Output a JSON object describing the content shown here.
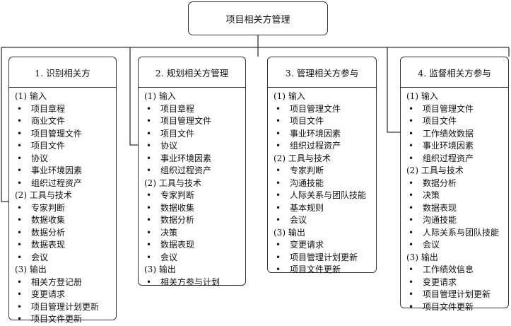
{
  "root": {
    "title": "项目相关方管理"
  },
  "boxes": [
    {
      "title": "1. 识别相关方",
      "sections": [
        {
          "heading": "(1) 输入",
          "items": [
            "项目章程",
            "商业文件",
            "项目管理文件",
            "项目文件",
            "协议",
            "事业环境因素",
            "组织过程资产"
          ]
        },
        {
          "heading": "(2) 工具与技术",
          "items": [
            "专家判断",
            "数据收集",
            "数据分析",
            "数据表现",
            "会议"
          ]
        },
        {
          "heading": "(3) 输出",
          "items": [
            "相关方登记册",
            "变更请求",
            "项目管理计划更新",
            "项目文件更新"
          ]
        }
      ]
    },
    {
      "title": "2. 规划相关方管理",
      "sections": [
        {
          "heading": "(1) 输入",
          "items": [
            "项目章程",
            "项目管理文件",
            "项目文件",
            "协议",
            "事业环境因素",
            "组织过程资产"
          ]
        },
        {
          "heading": "(2) 工具与技术",
          "items": [
            "专家判断",
            "数据收集",
            "数据分析",
            "决策",
            "数据表现",
            "会议"
          ]
        },
        {
          "heading": "(3) 输出",
          "items": [
            "相关方参与计划"
          ]
        }
      ]
    },
    {
      "title": "3. 管理相关方参与",
      "sections": [
        {
          "heading": "(1) 输入",
          "items": [
            "项目管理文件",
            "项目文件",
            "事业环境因素",
            "组织过程资产"
          ]
        },
        {
          "heading": "(2) 工具与技术",
          "items": [
            "专家判断",
            "沟通技能",
            "人际关系与团队技能",
            "基本规则",
            "会议"
          ]
        },
        {
          "heading": "(3) 输出",
          "items": [
            "变更请求",
            "项目管理计划更新",
            "项目文件更新"
          ]
        }
      ]
    },
    {
      "title": "4. 监督相关方参与",
      "sections": [
        {
          "heading": "(1) 输入",
          "items": [
            "项目管理文件",
            "项目文件",
            "工作绩效数据",
            "事业环境因素",
            "组织过程资产"
          ]
        },
        {
          "heading": "(2) 工具与技术",
          "items": [
            "数据分析",
            "决策",
            "数据表现",
            "沟通技能",
            "人际关系与团队技能",
            "会议"
          ]
        },
        {
          "heading": "(3) 输出",
          "items": [
            "工作绩效信息",
            "变更请求",
            "项目管理计划更新",
            "项目文件更新"
          ]
        }
      ]
    }
  ]
}
